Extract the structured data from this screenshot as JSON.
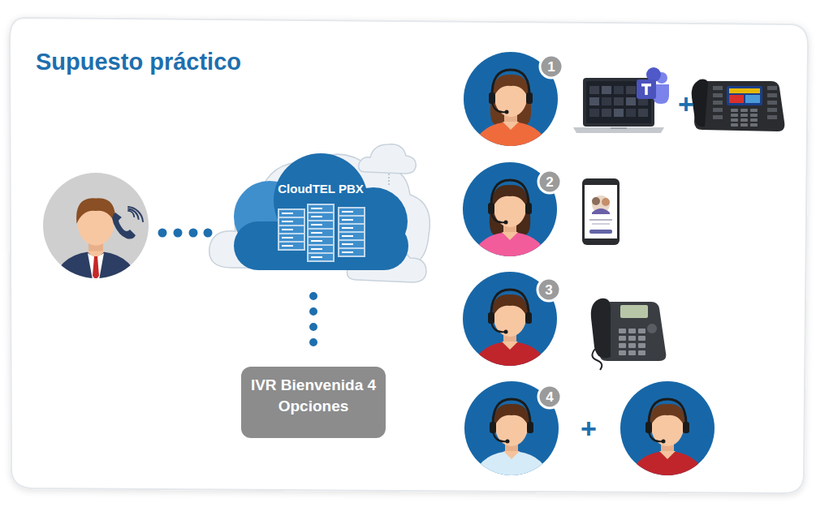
{
  "diagram": {
    "title": "Supuesto práctico",
    "nodes": [
      {
        "text": [
          "CloudTEL PBX"
        ]
      },
      {
        "text": [
          "IVR Bienvenida 4 Opciones"
        ]
      }
    ],
    "edges": [
      {
        "from": 0,
        "to": 1,
        "arrow": "none"
      }
    ],
    "labels": [
      "1",
      "+",
      "2",
      "3",
      "4",
      "+"
    ]
  }
}
